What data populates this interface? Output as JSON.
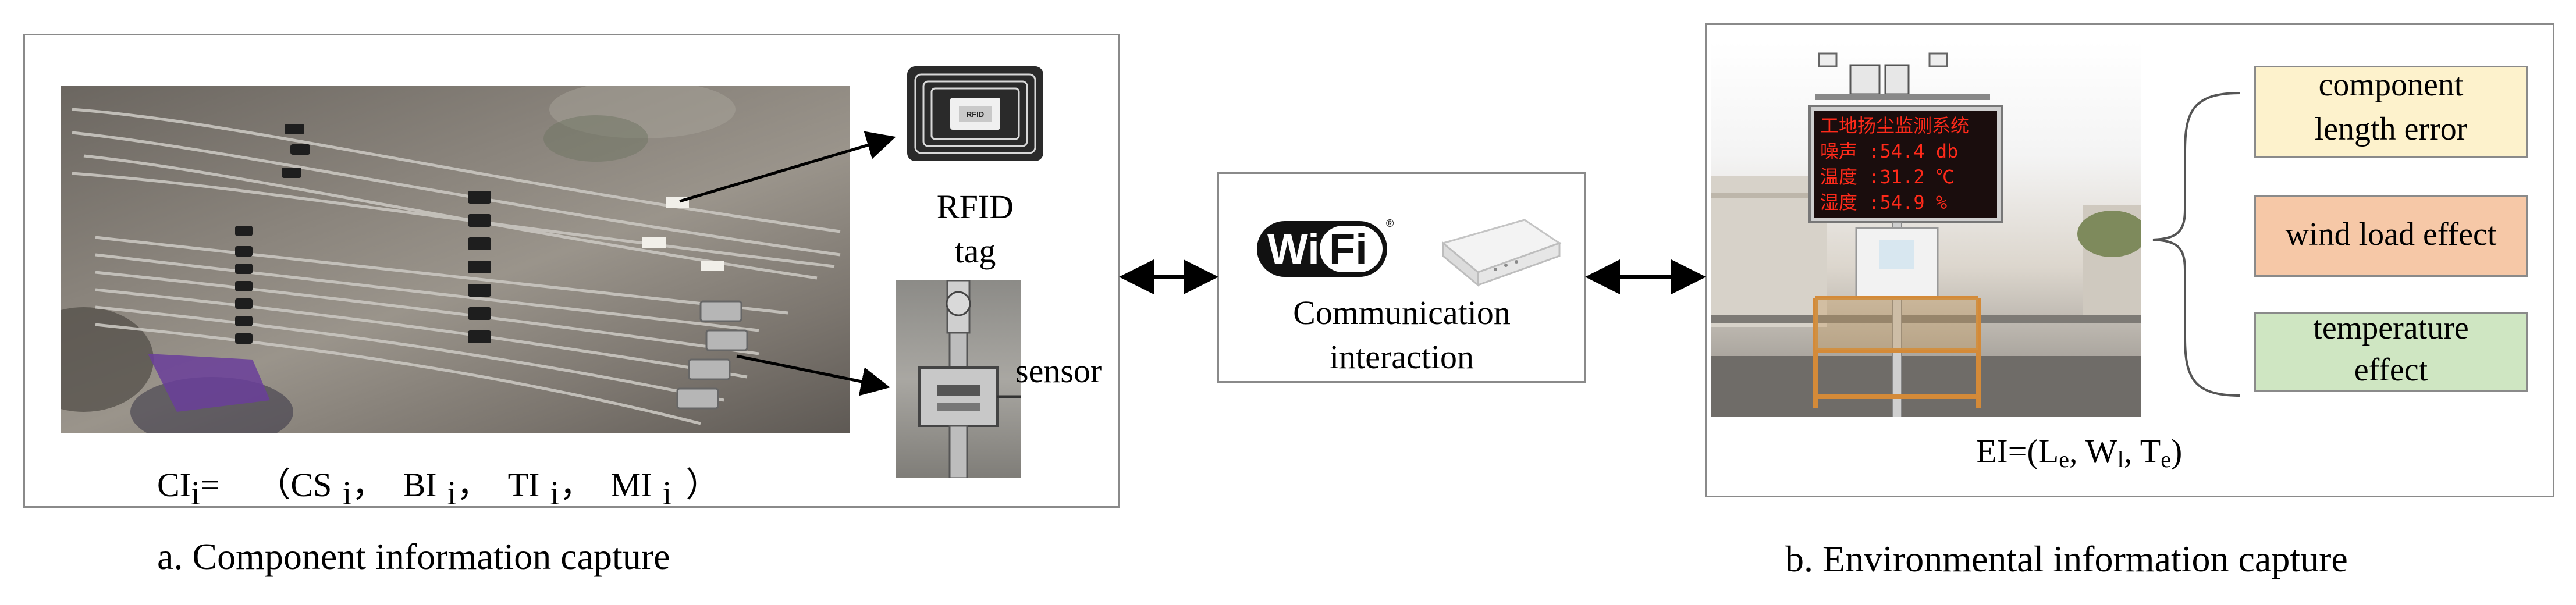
{
  "left_panel": {
    "rfid_label_line1": "RFID",
    "rfid_label_line2": "tag",
    "sensor_label": "sensor",
    "formula": {
      "ci": "CI",
      "ci_sub": "i",
      "eq": "=",
      "open": "（",
      "cs": "CS",
      "cs_sub": "i",
      "c1": "，",
      "bi": "BI",
      "bi_sub": "i",
      "c2": "，",
      "ti": "TI",
      "ti_sub": "i",
      "c3": "，",
      "mi": "MI",
      "mi_sub": "i",
      "close": "）"
    },
    "caption": "a. Component information capture"
  },
  "rfid_tag": {
    "chip_text": "RFID"
  },
  "middle_panel": {
    "wifi_wi": "Wi",
    "wifi_fi": "Fi",
    "wifi_reg": "®",
    "label_line1": "Communication",
    "label_line2": "interaction"
  },
  "right_panel": {
    "display_lines": [
      "工地扬尘监测系统",
      "噪声 :54.4 db",
      "温度 :31.2 ℃",
      "湿度 :54.9 %"
    ],
    "factors": [
      {
        "line1": "component",
        "line2": "length error",
        "color": "#fdf2cc"
      },
      {
        "line1": "wind load effect",
        "line2": "",
        "color": "#f6c8a7"
      },
      {
        "line1": "temperature",
        "line2": "effect",
        "color": "#cfe6c2"
      }
    ],
    "ei_formula": {
      "prefix": "EI=(L",
      "sub1": "e",
      "mid1": ", W",
      "sub2": "l",
      "mid2": ", T",
      "sub3": "e",
      "suffix": ")"
    },
    "caption": "b. Environmental information capture"
  },
  "colors": {
    "border": "#8a8a8a",
    "led_text": "#ff2a1a",
    "led_bg": "#1a0d0d"
  }
}
